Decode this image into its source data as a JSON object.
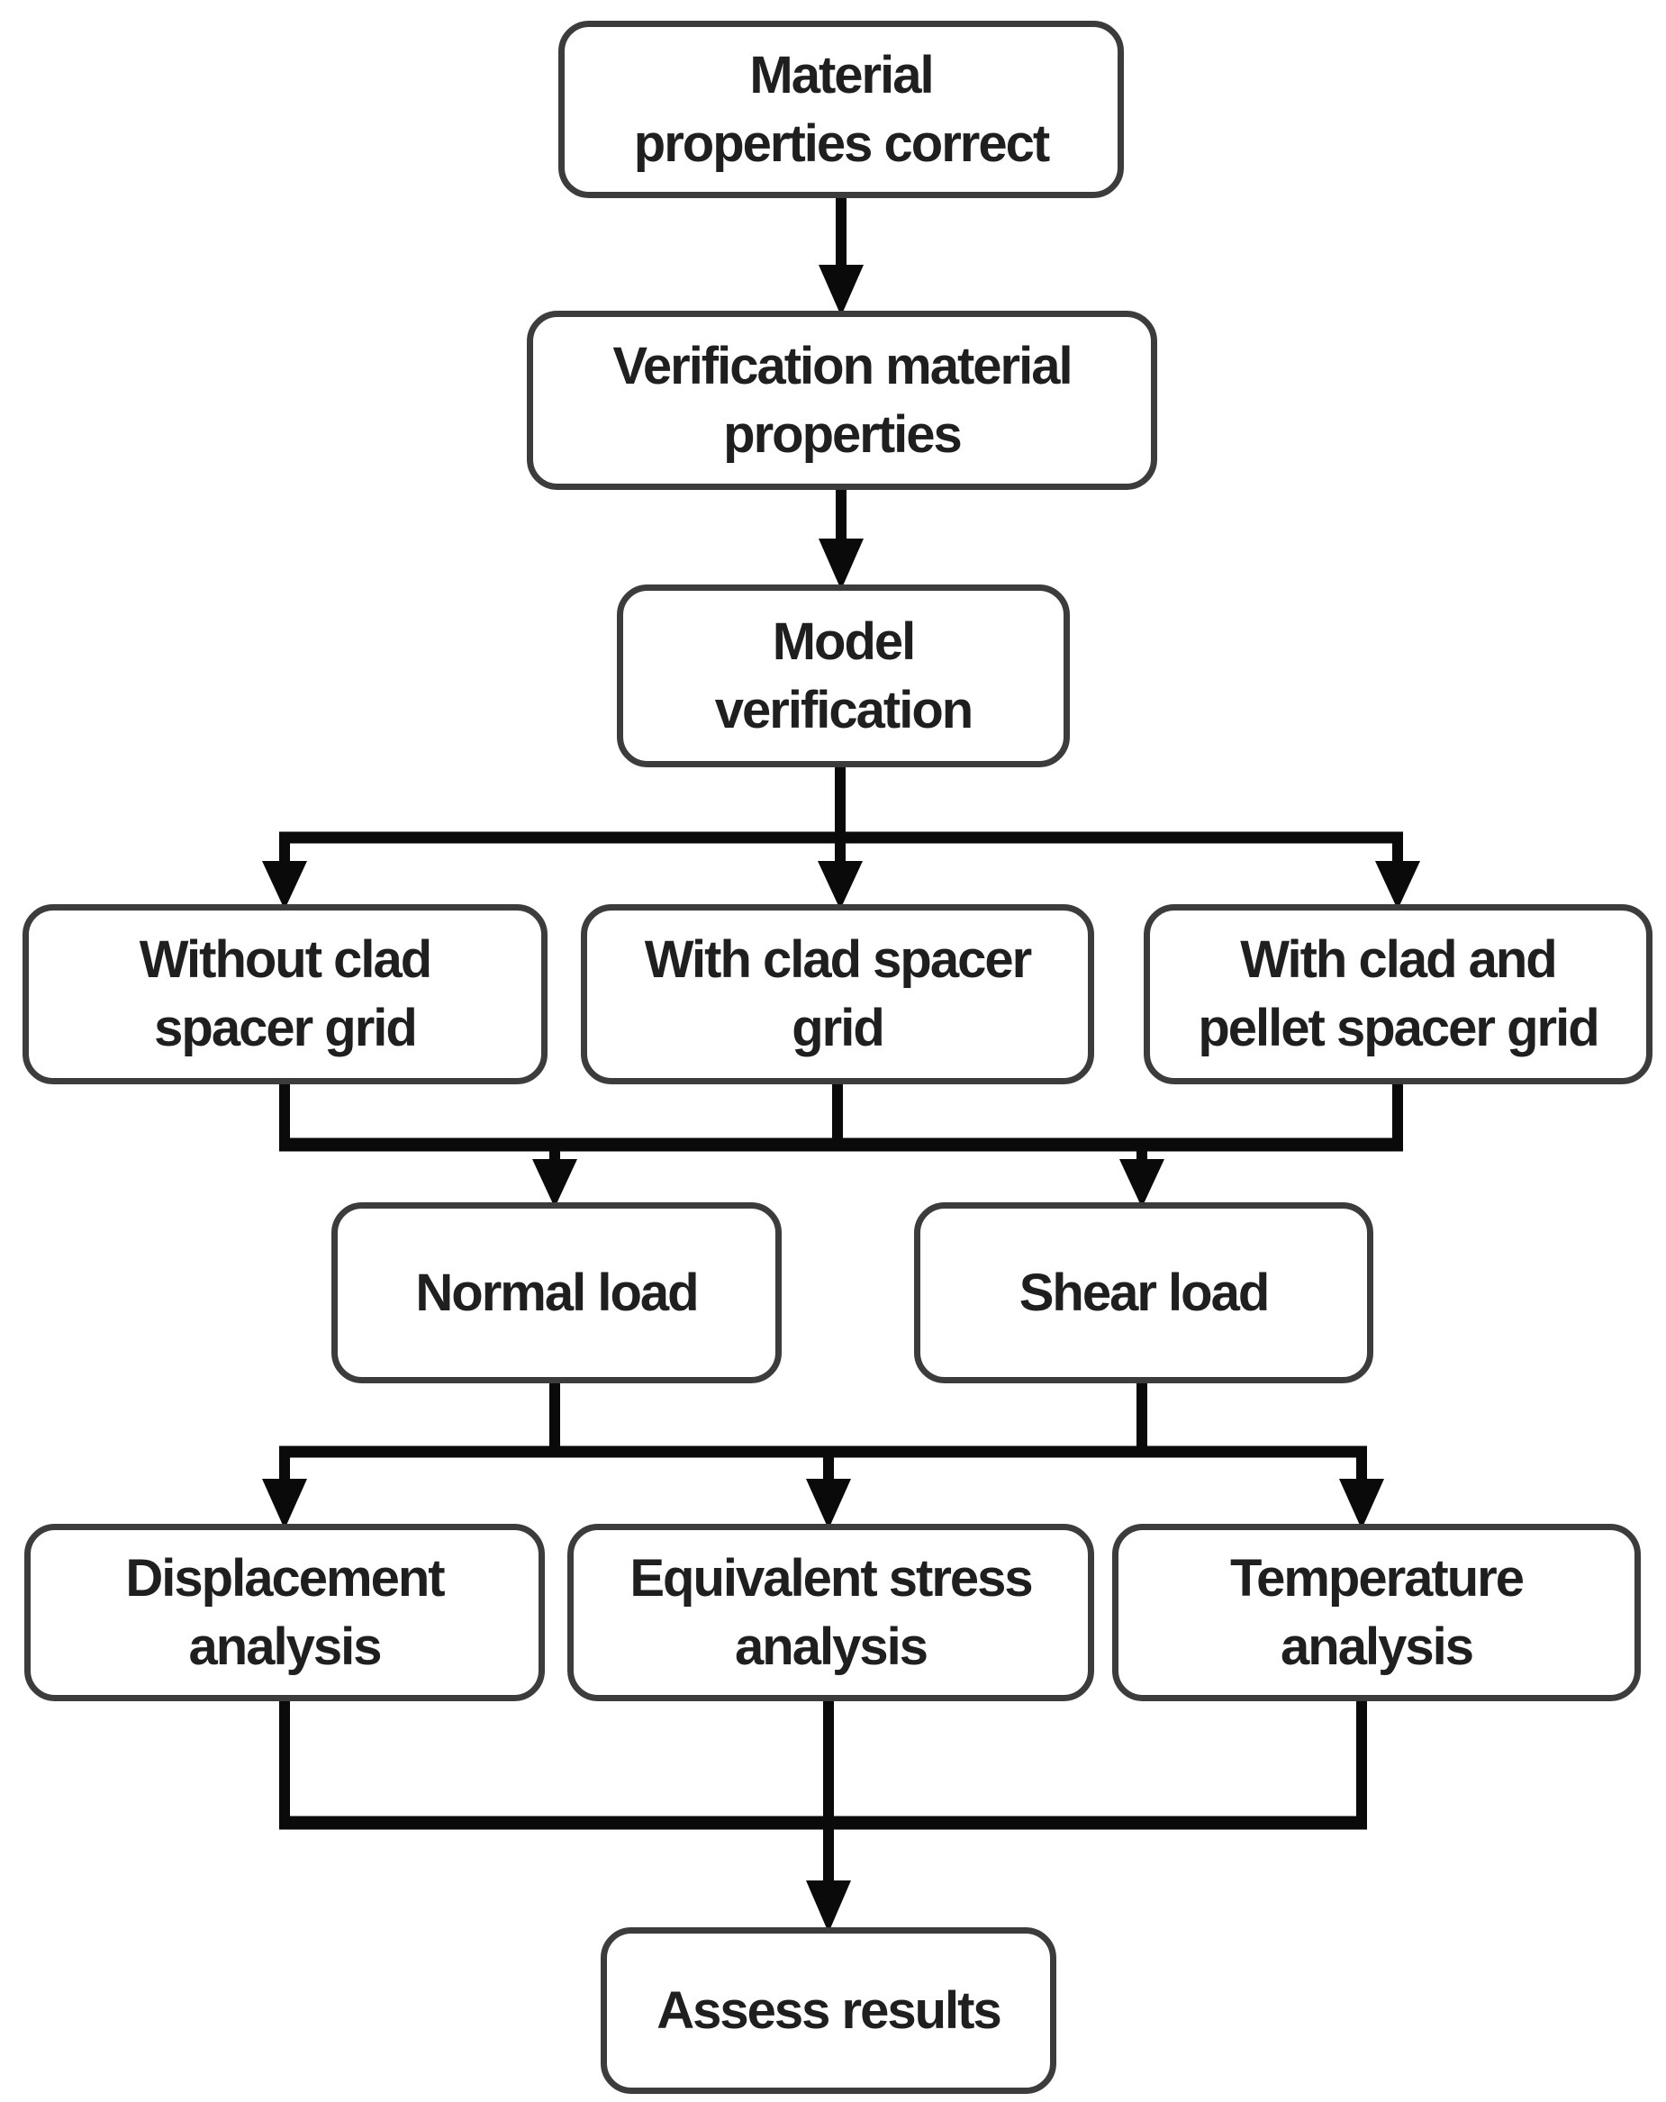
{
  "figure": {
    "type": "flowchart",
    "background_color": "#ffffff",
    "box_border_color": "#3c3c3c",
    "connector_color": "#0a0a0a",
    "text_color": "#1f1f1f",
    "nodes": {
      "material_properties_correct": {
        "lines": [
          "Material",
          "properties correct"
        ]
      },
      "verification_material_properties": {
        "lines": [
          "Verification material",
          "properties"
        ]
      },
      "model_verification": {
        "lines": [
          "Model",
          "verification"
        ]
      },
      "without_clad_spacer_grid": {
        "lines": [
          "Without clad",
          "spacer grid"
        ]
      },
      "with_clad_spacer_grid": {
        "lines": [
          "With clad spacer",
          "grid"
        ]
      },
      "with_clad_and_pellet_spacer_grid": {
        "lines": [
          "With clad and",
          "pellet spacer grid"
        ]
      },
      "normal_load": {
        "lines": [
          "Normal load"
        ]
      },
      "shear_load": {
        "lines": [
          "Shear load"
        ]
      },
      "displacement_analysis": {
        "lines": [
          "Displacement",
          "analysis"
        ]
      },
      "equivalent_stress_analysis": {
        "lines": [
          "Equivalent stress",
          "analysis"
        ]
      },
      "temperature_analysis": {
        "lines": [
          "Temperature",
          "analysis"
        ]
      },
      "assess_results": {
        "lines": [
          "Assess results"
        ]
      }
    },
    "edges": [
      {
        "from": [
          "material_properties_correct"
        ],
        "to": [
          "verification_material_properties"
        ]
      },
      {
        "from": [
          "verification_material_properties"
        ],
        "to": [
          "model_verification"
        ]
      },
      {
        "from": [
          "model_verification"
        ],
        "to": [
          "without_clad_spacer_grid",
          "with_clad_spacer_grid",
          "with_clad_and_pellet_spacer_grid"
        ]
      },
      {
        "from": [
          "without_clad_spacer_grid",
          "with_clad_spacer_grid",
          "with_clad_and_pellet_spacer_grid"
        ],
        "to": [
          "normal_load",
          "shear_load"
        ]
      },
      {
        "from": [
          "normal_load",
          "shear_load"
        ],
        "to": [
          "displacement_analysis",
          "equivalent_stress_analysis",
          "temperature_analysis"
        ]
      },
      {
        "from": [
          "displacement_analysis",
          "equivalent_stress_analysis",
          "temperature_analysis"
        ],
        "to": [
          "assess_results"
        ]
      }
    ]
  }
}
